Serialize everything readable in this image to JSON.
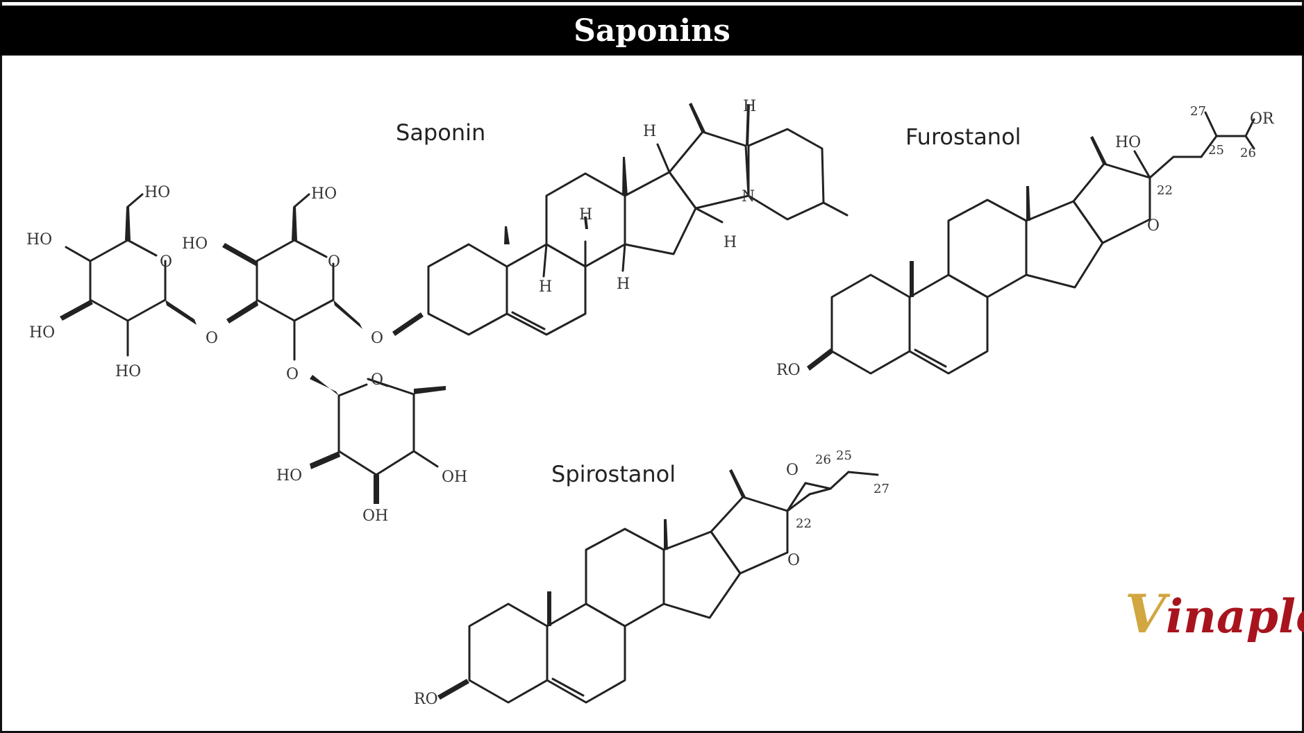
{
  "title": "Saponins",
  "structures": {
    "saponin": {
      "label": "Saponin"
    },
    "furostanol": {
      "label": "Furostanol",
      "num22": "22",
      "num25": "25",
      "num27": "27",
      "num26": "26",
      "or": "OR",
      "ho": "HO",
      "o": "O"
    },
    "spirostanol": {
      "label": "Spirostanol",
      "num22": "22",
      "num25": "25",
      "num26": "26",
      "num27": "27",
      "o": "O"
    }
  },
  "atoms": {
    "ho": "HO",
    "oh": "OH",
    "o": "O",
    "h": "H",
    "n": "N",
    "ro": "RO"
  },
  "logo": {
    "first": "V",
    "rest": "inaplo",
    "colors": {
      "gold": "#d2a640",
      "red": "#a8141e"
    }
  }
}
